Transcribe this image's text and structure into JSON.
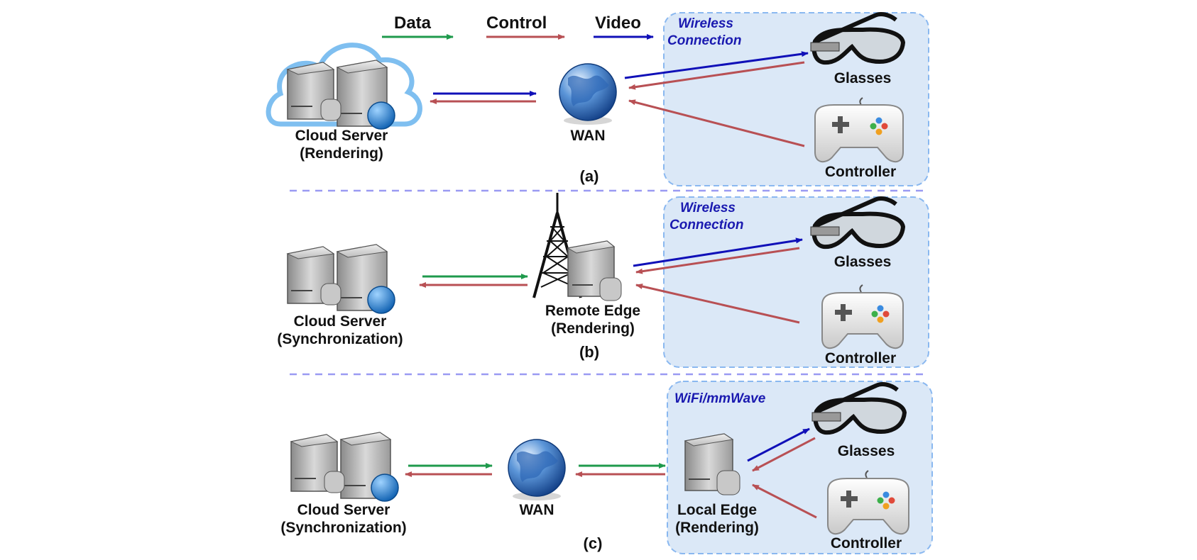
{
  "colors": {
    "data": "#1f9a4c",
    "control": "#b85054",
    "video": "#1010b8",
    "panel_fill": "#dbe8f7",
    "panel_border": "#8ab8f0",
    "divider": "#9a9af2",
    "wireless_text": "#1a1ab0"
  },
  "legend": {
    "data": "Data",
    "control": "Control",
    "video": "Video"
  },
  "panel_a": {
    "wireless_line1": "Wireless",
    "wireless_line2": "Connection",
    "cloud_line1": "Cloud Server",
    "cloud_line2": "(Rendering)",
    "wan": "WAN",
    "glasses": "Glasses",
    "controller": "Controller",
    "caption": "(a)"
  },
  "panel_b": {
    "wireless_line1": "Wireless",
    "wireless_line2": "Connection",
    "cloud_line1": "Cloud Server",
    "cloud_line2": "(Synchronization)",
    "edge_line1": "Remote Edge",
    "edge_line2": "(Rendering)",
    "glasses": "Glasses",
    "controller": "Controller",
    "caption": "(b)"
  },
  "panel_c": {
    "wireless": "WiFi/mmWave",
    "cloud_line1": "Cloud Server",
    "cloud_line2": "(Synchronization)",
    "wan": "WAN",
    "edge_line1": "Local Edge",
    "edge_line2": "(Rendering)",
    "glasses": "Glasses",
    "controller": "Controller",
    "caption": "(c)"
  }
}
